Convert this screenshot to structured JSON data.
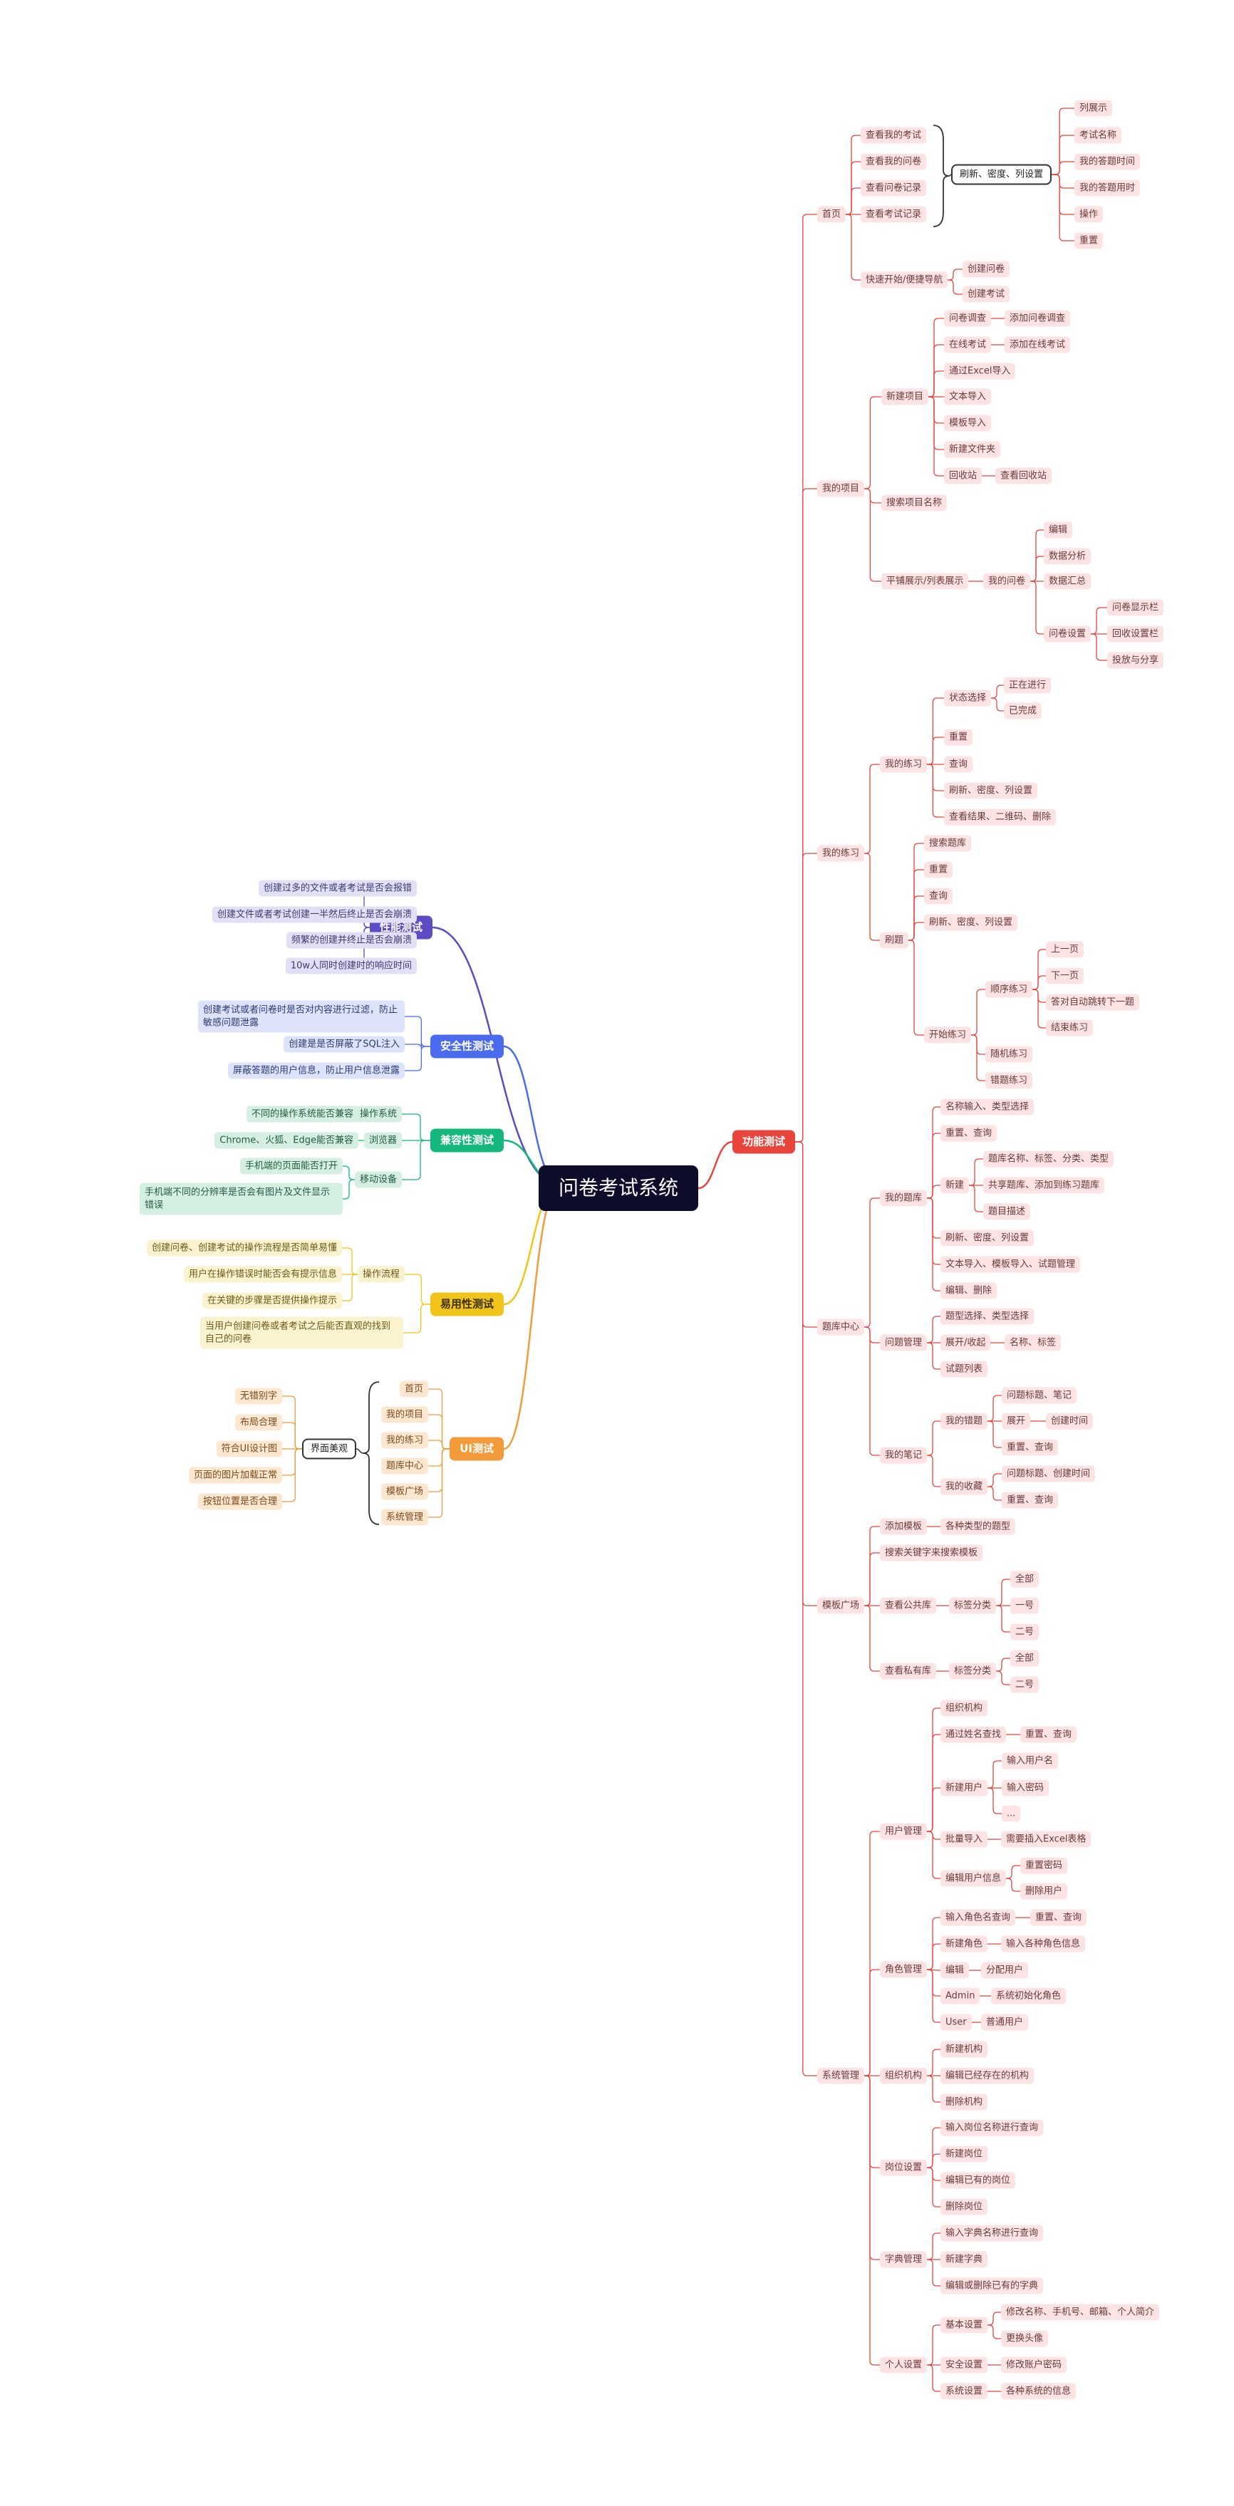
{
  "root": "问卷考试系统",
  "colors": {
    "func": "#e8453c",
    "perf": "#5b4bc4",
    "sec": "#4b6bef",
    "compat": "#14b87a",
    "usab": "#f0c419",
    "ui": "#f39a3a"
  },
  "func": {
    "title": "功能测试",
    "home": {
      "label": "首页",
      "a": "查看我的考试",
      "b": "查看我的问卷",
      "c": "查看问卷记录",
      "d": "查看考试记录",
      "grid": "刷新、密度、列设置",
      "cols": [
        "列展示",
        "考试名称",
        "我的答题时间",
        "我的答题用时",
        "操作",
        "重置"
      ],
      "quick": "快速开始/便捷导航",
      "q1": "创建问卷",
      "q2": "创建考试"
    },
    "proj": {
      "label": "我的项目",
      "new": "新建项目",
      "n1": "问卷调查",
      "n1b": "添加问卷调查",
      "n2": "在线考试",
      "n2b": "添加在线考试",
      "n3": "通过Excel导入",
      "n4": "文本导入",
      "n5": "模板导入",
      "n6": "新建文件夹",
      "n7": "回收站",
      "n7b": "查看回收站",
      "search": "搜索项目名称",
      "tile": "平铺展示/列表展示",
      "mine": "我的问卷",
      "m1": "编辑",
      "m2": "数据分析",
      "m3": "数据汇总",
      "m4": "问卷设置",
      "s1": "问卷显示栏",
      "s2": "回收设置栏",
      "s3": "投放与分享"
    },
    "prac": {
      "label": "我的练习",
      "mine": "我的练习",
      "state": "状态选择",
      "st1": "正在进行",
      "st2": "已完成",
      "p1": "重置",
      "p2": "查询",
      "p3": "刷新、密度、列设置",
      "p4": "查看结果、二维码、删除",
      "study": "刷题",
      "d1": "搜索题库",
      "d2": "重置",
      "d3": "查询",
      "d4": "刷新、密度、列设置",
      "start": "开始练习",
      "seq": "顺序练习",
      "q1": "上一页",
      "q2": "下一页",
      "q3": "答对自动跳转下一题",
      "q4": "结束练习",
      "rand": "随机练习",
      "wrong": "错题练习"
    },
    "bank": {
      "label": "题库中心",
      "mine": "我的题库",
      "b1": "名称输入、类型选择",
      "b2": "重置、查询",
      "nw": "新建",
      "nw1": "题库名称、标签、分类、类型",
      "nw2": "共享题库、添加到练习题库",
      "nw3": "题目描述",
      "b3": "刷新、密度、列设置",
      "b4": "文本导入、模板导入、试题管理",
      "b5": "编辑、删除",
      "qm": "问题管理",
      "qm1": "题型选择、类型选择",
      "qm2": "展开/收起",
      "qm2b": "名称、标签",
      "qm3": "试题列表",
      "note": "我的笔记",
      "wrongs": "我的错题",
      "w1": "问题标题、笔记",
      "w2": "展开",
      "w2b": "创建时间",
      "w3": "重置、查询",
      "fav": "我的收藏",
      "f1": "问题标题、创建时间",
      "f2": "重置、查询"
    },
    "tpl": {
      "label": "模板广场",
      "add": "添加模板",
      "addb": "各种类型的题型",
      "kw": "搜索关键字来搜索模板",
      "pub": "查看公共库",
      "tag": "标签分类",
      "t1": "全部",
      "t2": "一号",
      "t3": "二号",
      "priv": "查看私有库",
      "ptag": "标签分类",
      "pt1": "全部",
      "pt2": "二号"
    },
    "sys": {
      "label": "系统管理",
      "user": "用户管理",
      "u1": "组织机构",
      "u2": "通过姓名查找",
      "u2b": "重置、查询",
      "u3": "新建用户",
      "u3a": "输入用户名",
      "u3b": "输入密码",
      "u3c": "...",
      "u4": "批量导入",
      "u4b": "需要插入Excel表格",
      "u5": "编辑用户信息",
      "u5a": "重置密码",
      "u5b": "删除用户",
      "role": "角色管理",
      "r1": "输入角色名查询",
      "r1b": "重置、查询",
      "r2": "新建角色",
      "r2b": "输入各种角色信息",
      "r3": "编辑",
      "r3b": "分配用户",
      "r4": "Admin",
      "r4b": "系统初始化角色",
      "r5": "User",
      "r5b": "普通用户",
      "org": "组织机构",
      "o1": "新建机构",
      "o2": "编辑已经存在的机构",
      "o3": "删除机构",
      "post": "岗位设置",
      "j1": "输入岗位名称进行查询",
      "j2": "新建岗位",
      "j3": "编辑已有的岗位",
      "j4": "删除岗位",
      "dict": "字典管理",
      "k1": "输入字典名称进行查询",
      "k2": "新建字典",
      "k3": "编辑或删除已有的字典",
      "pers": "个人设置",
      "e1": "基本设置",
      "e1a": "修改名称、手机号、邮箱、个人简介",
      "e1b": "更换头像",
      "e2": "安全设置",
      "e2b": "修改账户密码",
      "e3": "系统设置",
      "e3b": "各种系统的信息"
    }
  },
  "perf": {
    "title": "性能测试",
    "items": [
      "创建过多的文件或者考试是否会报错",
      "创建文件或者考试创建一半然后终止是否会崩溃",
      "频繁的创建并终止是否会崩溃",
      "10w人同时创建时的响应时间"
    ]
  },
  "sec": {
    "title": "安全性测试",
    "items": [
      "创建考试或者问卷时是否对内容进行过滤，防止敏感问题泄露",
      "创建是是否屏蔽了SQL注入",
      "屏蔽答题的用户信息，防止用户信息泄露"
    ]
  },
  "compat": {
    "title": "兼容性测试",
    "os": "操作系统",
    "os1": "不同的操作系统能否兼容",
    "br": "浏览器",
    "br1": "Chrome、火狐、Edge能否兼容",
    "mob": "移动设备",
    "mob1": "手机端的页面能否打开",
    "mob2": "手机端不同的分辨率是否会有图片及文件显示错误"
  },
  "usab": {
    "title": "易用性测试",
    "flow": "操作流程",
    "f1": "创建问卷、创建考试的操作流程是否简单易懂",
    "f2": "用户在操作错误时能否会有提示信息",
    "f3": "在关键的步骤是否提供操作提示",
    "f4": "当用户创建问卷或者考试之后能否直观的找到自己的问卷"
  },
  "ui": {
    "title": "UI测试",
    "items": [
      "首页",
      "我的项目",
      "我的练习",
      "题库中心",
      "模板广场",
      "系统管理"
    ],
    "beauty": "界面美观",
    "b": [
      "无错别字",
      "布局合理",
      "符合UI设计图",
      "页面的图片加载正常",
      "按钮位置是否合理"
    ]
  }
}
